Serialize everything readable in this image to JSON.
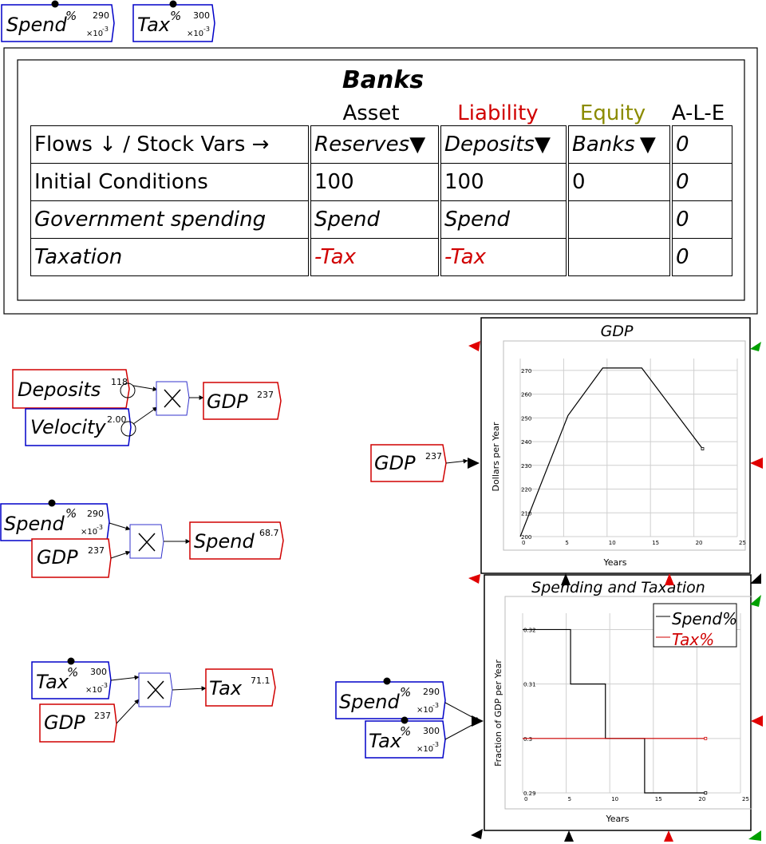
{
  "top_vars": [
    {
      "name": "Spend",
      "sup": "%",
      "value": "290",
      "scale": "×10",
      "exp": "-3"
    },
    {
      "name": "Tax",
      "sup": "%",
      "value": "300",
      "scale": "×10",
      "exp": "-3"
    }
  ],
  "godley": {
    "title": "Banks",
    "groups": {
      "asset": "Asset",
      "liability": "Liability",
      "equity": "Equity",
      "ale": "A-L-E"
    },
    "corner": "Flows ↓ / Stock Vars →",
    "columns": [
      "Reserves",
      "Deposits",
      "Banks",
      "0"
    ],
    "rows": [
      {
        "label": "Initial Conditions",
        "cells": [
          "100",
          "100",
          "0",
          "0"
        ]
      },
      {
        "label": "Government spending",
        "cells": [
          "Spend",
          "Spend",
          "",
          "0"
        ]
      },
      {
        "label": "Taxation",
        "cells": [
          "-Tax",
          "-Tax",
          "",
          "0"
        ]
      }
    ],
    "colors": {
      "asset": "#000000",
      "liability": "#d00000",
      "equity": "#8b8b00"
    }
  },
  "blocks": {
    "gdp_calc": {
      "deposits": {
        "name": "Deposits",
        "value": "118"
      },
      "velocity": {
        "name": "Velocity",
        "value": "2.00"
      },
      "result": {
        "name": "GDP",
        "value": "237"
      }
    },
    "spend_calc": {
      "input1": {
        "name": "Spend",
        "sup": "%",
        "value": "290",
        "scale": "×10",
        "exp": "-3"
      },
      "input2": {
        "name": "GDP",
        "value": "237"
      },
      "result": {
        "name": "Spend",
        "value": "68.7"
      }
    },
    "tax_calc": {
      "input1": {
        "name": "Tax",
        "sup": "%",
        "value": "300",
        "scale": "×10",
        "exp": "-3"
      },
      "input2": {
        "name": "GDP",
        "value": "237"
      },
      "result": {
        "name": "Tax",
        "value": "71.1"
      }
    },
    "gdp_plot_input": {
      "name": "GDP",
      "value": "237"
    },
    "plot2_inputs": [
      {
        "name": "Spend",
        "sup": "%",
        "value": "290",
        "scale": "×10",
        "exp": "-3"
      },
      {
        "name": "Tax",
        "sup": "%",
        "value": "300",
        "scale": "×10",
        "exp": "-3"
      }
    ]
  },
  "colors": {
    "flow": "#d00000",
    "param": "#0000c8",
    "operator": "#3333cc"
  },
  "chart_data": [
    {
      "type": "line",
      "title": "GDP",
      "xlabel": "Years",
      "ylabel": "Dollars per Year",
      "xlim": [
        0,
        25
      ],
      "ylim": [
        200,
        275
      ],
      "xticks": [
        "0",
        "5",
        "10",
        "15",
        "20",
        "25"
      ],
      "yticks": [
        "200",
        "210",
        "220",
        "230",
        "240",
        "250",
        "260",
        "270"
      ],
      "grid": true,
      "series": [
        {
          "color": "#000000",
          "x": [
            0,
            5.5,
            9.5,
            14,
            21
          ],
          "y": [
            200,
            251,
            271,
            271,
            237
          ]
        }
      ]
    },
    {
      "type": "line",
      "title": "Spending and Taxation",
      "xlabel": "Years",
      "ylabel": "Fraction of GDP per Year",
      "xlim": [
        0,
        25
      ],
      "ylim": [
        0.29,
        0.323
      ],
      "xticks": [
        "0",
        "5",
        "10",
        "15",
        "20",
        "25"
      ],
      "yticks": [
        "0.29",
        "0.3",
        "0.31",
        "0.32"
      ],
      "grid": true,
      "legend": "top-right",
      "series": [
        {
          "name": "Spend%",
          "color": "#000000",
          "x": [
            0,
            5.5,
            5.5,
            9.5,
            9.5,
            14,
            14,
            21
          ],
          "y": [
            0.32,
            0.32,
            0.31,
            0.31,
            0.3,
            0.3,
            0.29,
            0.29
          ]
        },
        {
          "name": "Tax%",
          "color": "#d00000",
          "x": [
            0,
            21
          ],
          "y": [
            0.3,
            0.3
          ]
        }
      ]
    }
  ]
}
